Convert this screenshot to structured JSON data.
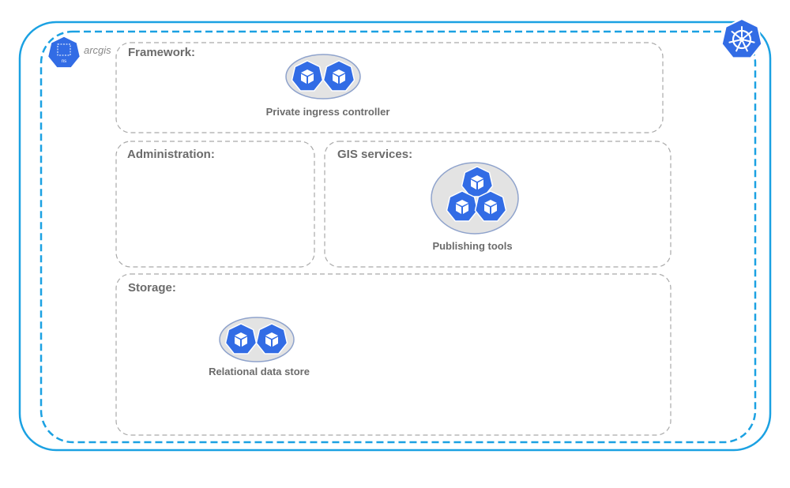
{
  "namespace": {
    "badge_text": "ns",
    "label": "arcgis",
    "icon": "namespace-icon"
  },
  "cluster": {
    "icon": "kubernetes-helm-icon"
  },
  "sections": {
    "framework": {
      "title": "Framework:"
    },
    "administration": {
      "title": "Administration:"
    },
    "gis_services": {
      "title": "GIS services:"
    },
    "storage": {
      "title": "Storage:"
    }
  },
  "components": {
    "ingress": {
      "label": "Private ingress controller",
      "icon": "pod-group-icon"
    },
    "publishing": {
      "label": "Publishing tools",
      "icon": "pod-group-icon"
    },
    "relational": {
      "label": "Relational data store",
      "icon": "pod-group-icon"
    }
  },
  "colors": {
    "cluster_border": "#1ba1e2",
    "namespace_border": "#1ba1e2",
    "section_border": "#a9a9a9",
    "kube_blue": "#326ce5",
    "group_fill": "#e3e3e3",
    "group_border": "#8fa3cc",
    "text": "#6b6b6b"
  }
}
